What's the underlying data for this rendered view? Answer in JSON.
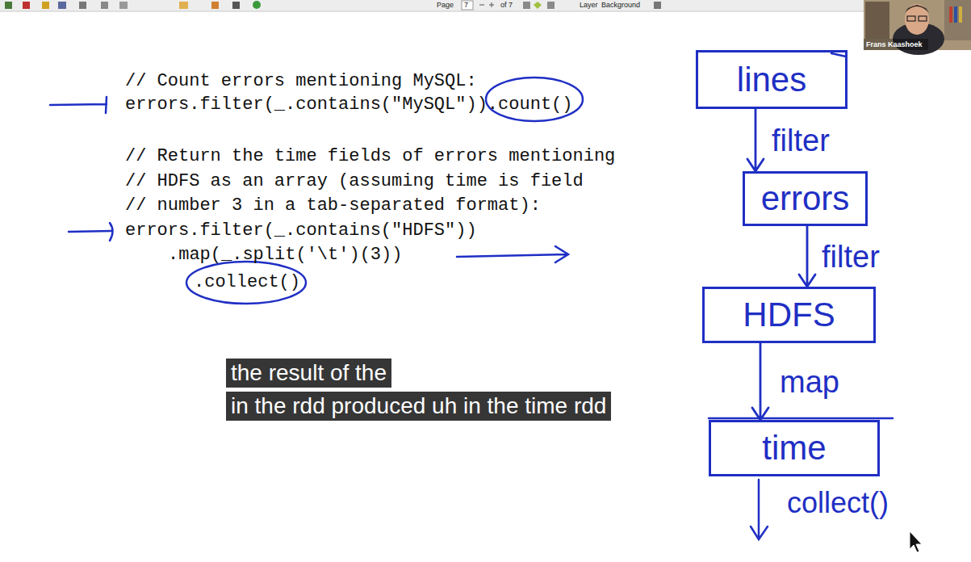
{
  "diagram": {
    "nodes": [
      {
        "text": [
          "lines"
        ]
      },
      {
        "text": [
          "errors"
        ]
      },
      {
        "text": [
          "HDFS"
        ]
      },
      {
        "text": [
          "time"
        ]
      }
    ],
    "edges": [
      {
        "from": 0,
        "to": 1,
        "label": "filter",
        "arrow": "to"
      },
      {
        "from": 1,
        "to": 2,
        "label": "filter",
        "arrow": "to"
      },
      {
        "from": 2,
        "to": 3,
        "label": "map",
        "arrow": "to"
      }
    ],
    "labels": [
      "Page",
      "7",
      "of 7",
      "Layer",
      "Background",
      "Frans Kaashoek",
      "// Count errors mentioning MySQL:",
      "errors.filter(_.contains(\"MySQL\")).count()",
      "// Return the time fields of errors mentioning",
      "// HDFS as an array (assuming time is field",
      "// number 3 in a tab-separated format):",
      "errors.filter(_.contains(\"HDFS\"))",
      ".map(_.split('\\t')(3))",
      ".collect()",
      "the result of the",
      "in the rdd produced uh in the time rdd",
      "collect()"
    ]
  }
}
